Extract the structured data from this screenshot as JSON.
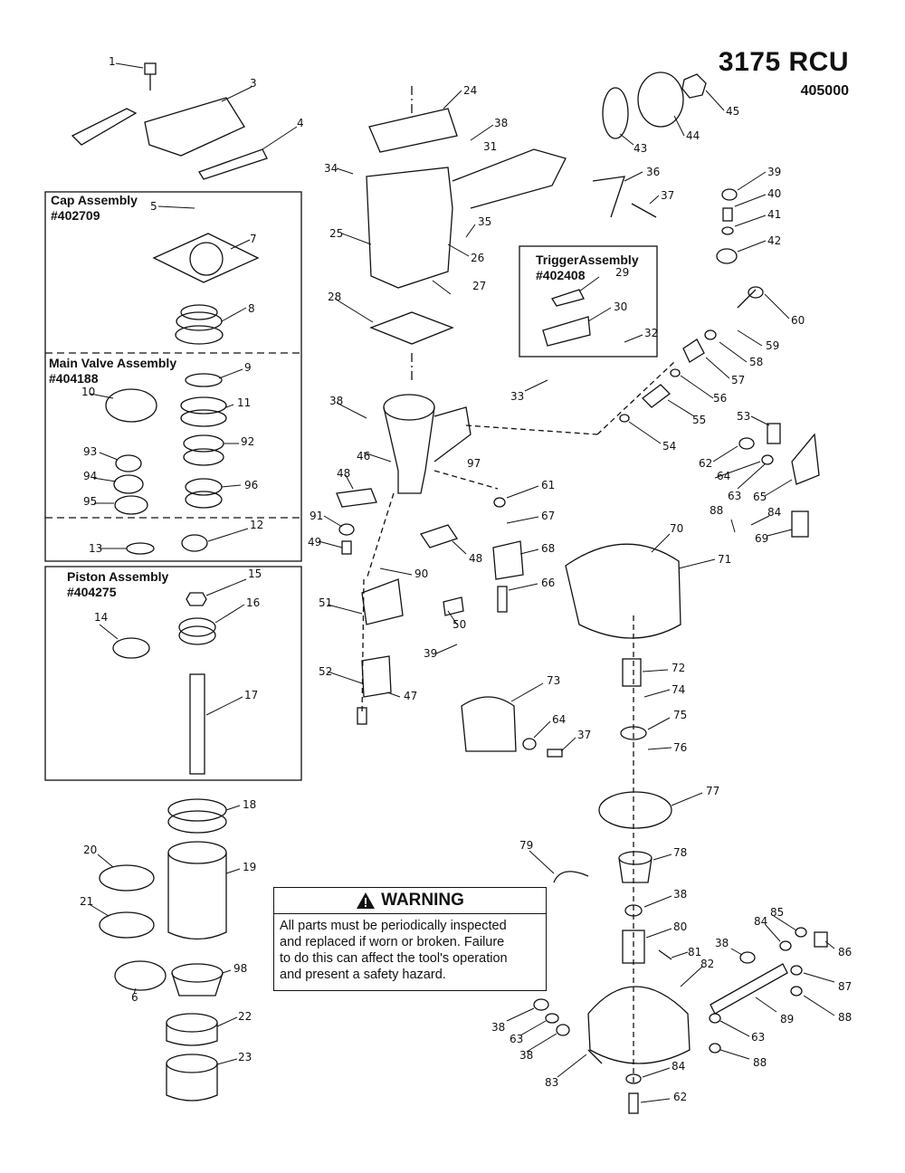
{
  "header": {
    "model": "3175 RCU",
    "number": "405000"
  },
  "assemblies": {
    "cap": {
      "name": "Cap Assembly",
      "number": "#402709"
    },
    "main_valve": {
      "name": "Main Valve Assembly",
      "number": "#404188"
    },
    "piston": {
      "name": "Piston Assembly",
      "number": "#404275"
    },
    "trigger": {
      "name": "TriggerAssembly",
      "number": "#402408"
    }
  },
  "warning": {
    "title": "WARNING",
    "lines": [
      "All parts must be periodically inspected",
      "and replaced if worn or broken.  Failure",
      "to do this can affect the tool's operation",
      "and present a safety hazard."
    ]
  },
  "part_labels": [
    "1",
    "3",
    "4",
    "5",
    "7",
    "8",
    "9",
    "10",
    "11",
    "92",
    "93",
    "94",
    "95",
    "96",
    "12",
    "13",
    "15",
    "16",
    "14",
    "17",
    "18",
    "19",
    "20",
    "21",
    "98",
    "6",
    "22",
    "23",
    "24",
    "38",
    "31",
    "34",
    "25",
    "26",
    "27",
    "35",
    "28",
    "38",
    "46",
    "97",
    "48",
    "91",
    "49",
    "90",
    "51",
    "50",
    "39",
    "52",
    "47",
    "48",
    "61",
    "67",
    "68",
    "66",
    "45",
    "44",
    "43",
    "36",
    "37",
    "39",
    "40",
    "41",
    "42",
    "29",
    "30",
    "32",
    "33",
    "60",
    "59",
    "58",
    "57",
    "56",
    "55",
    "54",
    "53",
    "62",
    "64",
    "63",
    "65",
    "88",
    "84",
    "69",
    "70",
    "71",
    "73",
    "64",
    "37",
    "72",
    "74",
    "75",
    "76",
    "77",
    "79",
    "78",
    "38",
    "80",
    "81",
    "82",
    "38",
    "63",
    "38",
    "83",
    "84",
    "62",
    "85",
    "84",
    "86",
    "38",
    "87",
    "89",
    "88",
    "63",
    "88"
  ]
}
